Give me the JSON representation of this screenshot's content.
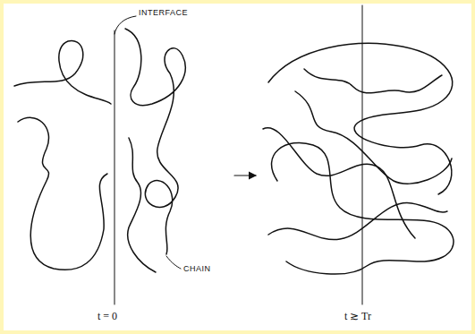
{
  "diagram": {
    "labels": [
      "INTERFACE",
      "CHAIN",
      "t = 0",
      "t ≳ Tr"
    ]
  }
}
